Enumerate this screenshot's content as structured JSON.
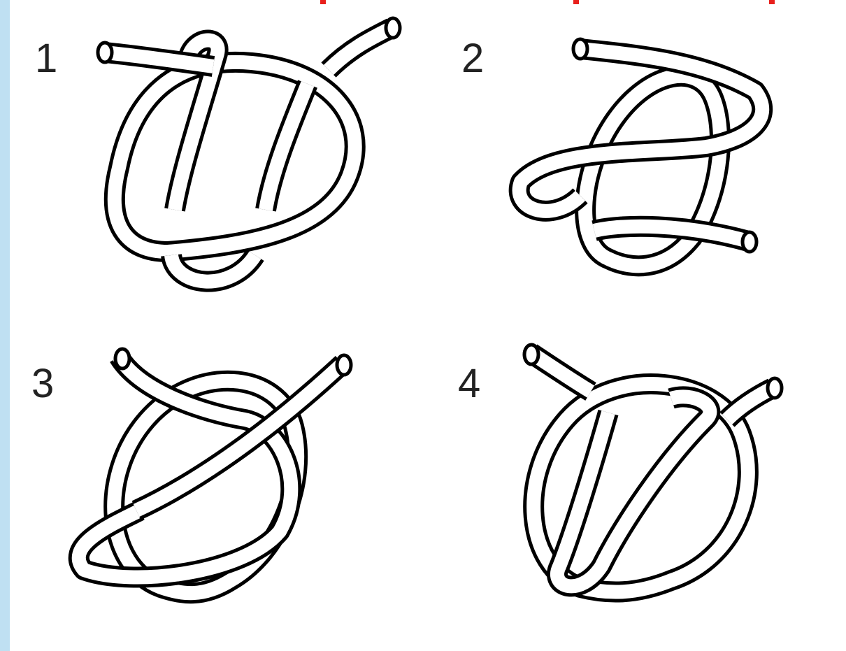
{
  "frame": {
    "strip_color": "#bfe0f2",
    "mark_color": "#e8201c"
  },
  "panels": [
    {
      "number": "1"
    },
    {
      "number": "2"
    },
    {
      "number": "3"
    },
    {
      "number": "4"
    }
  ]
}
